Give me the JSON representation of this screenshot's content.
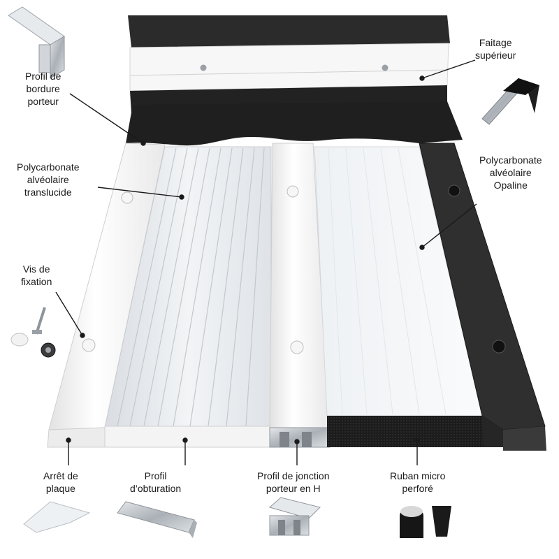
{
  "labels": {
    "faitage": [
      "Faitage",
      "supérieur"
    ],
    "bordure": [
      "Profil de",
      "bordure",
      "porteur"
    ],
    "poly_translucide": [
      "Polycarbonate",
      "alvéolaire",
      "translucide"
    ],
    "poly_opaline": [
      "Polycarbonate",
      "alvéolaire",
      "Opaline"
    ],
    "vis": [
      "Vis de",
      "fixation"
    ],
    "arret": [
      "Arrêt de",
      "plaque"
    ],
    "obturation": [
      "Profil",
      "d’obturation"
    ],
    "jonction": [
      "Profil de jonction",
      "porteur en H"
    ],
    "ruban": [
      "Ruban micro",
      "perforé"
    ]
  },
  "colors": {
    "black_profile": "#2b2b2b",
    "white_profile": "#f4f4f4",
    "translucent": "#e9ecef",
    "opaline": "#f3f5f7",
    "aluminium": "#b9bec4",
    "text": "#1a1a1a"
  }
}
